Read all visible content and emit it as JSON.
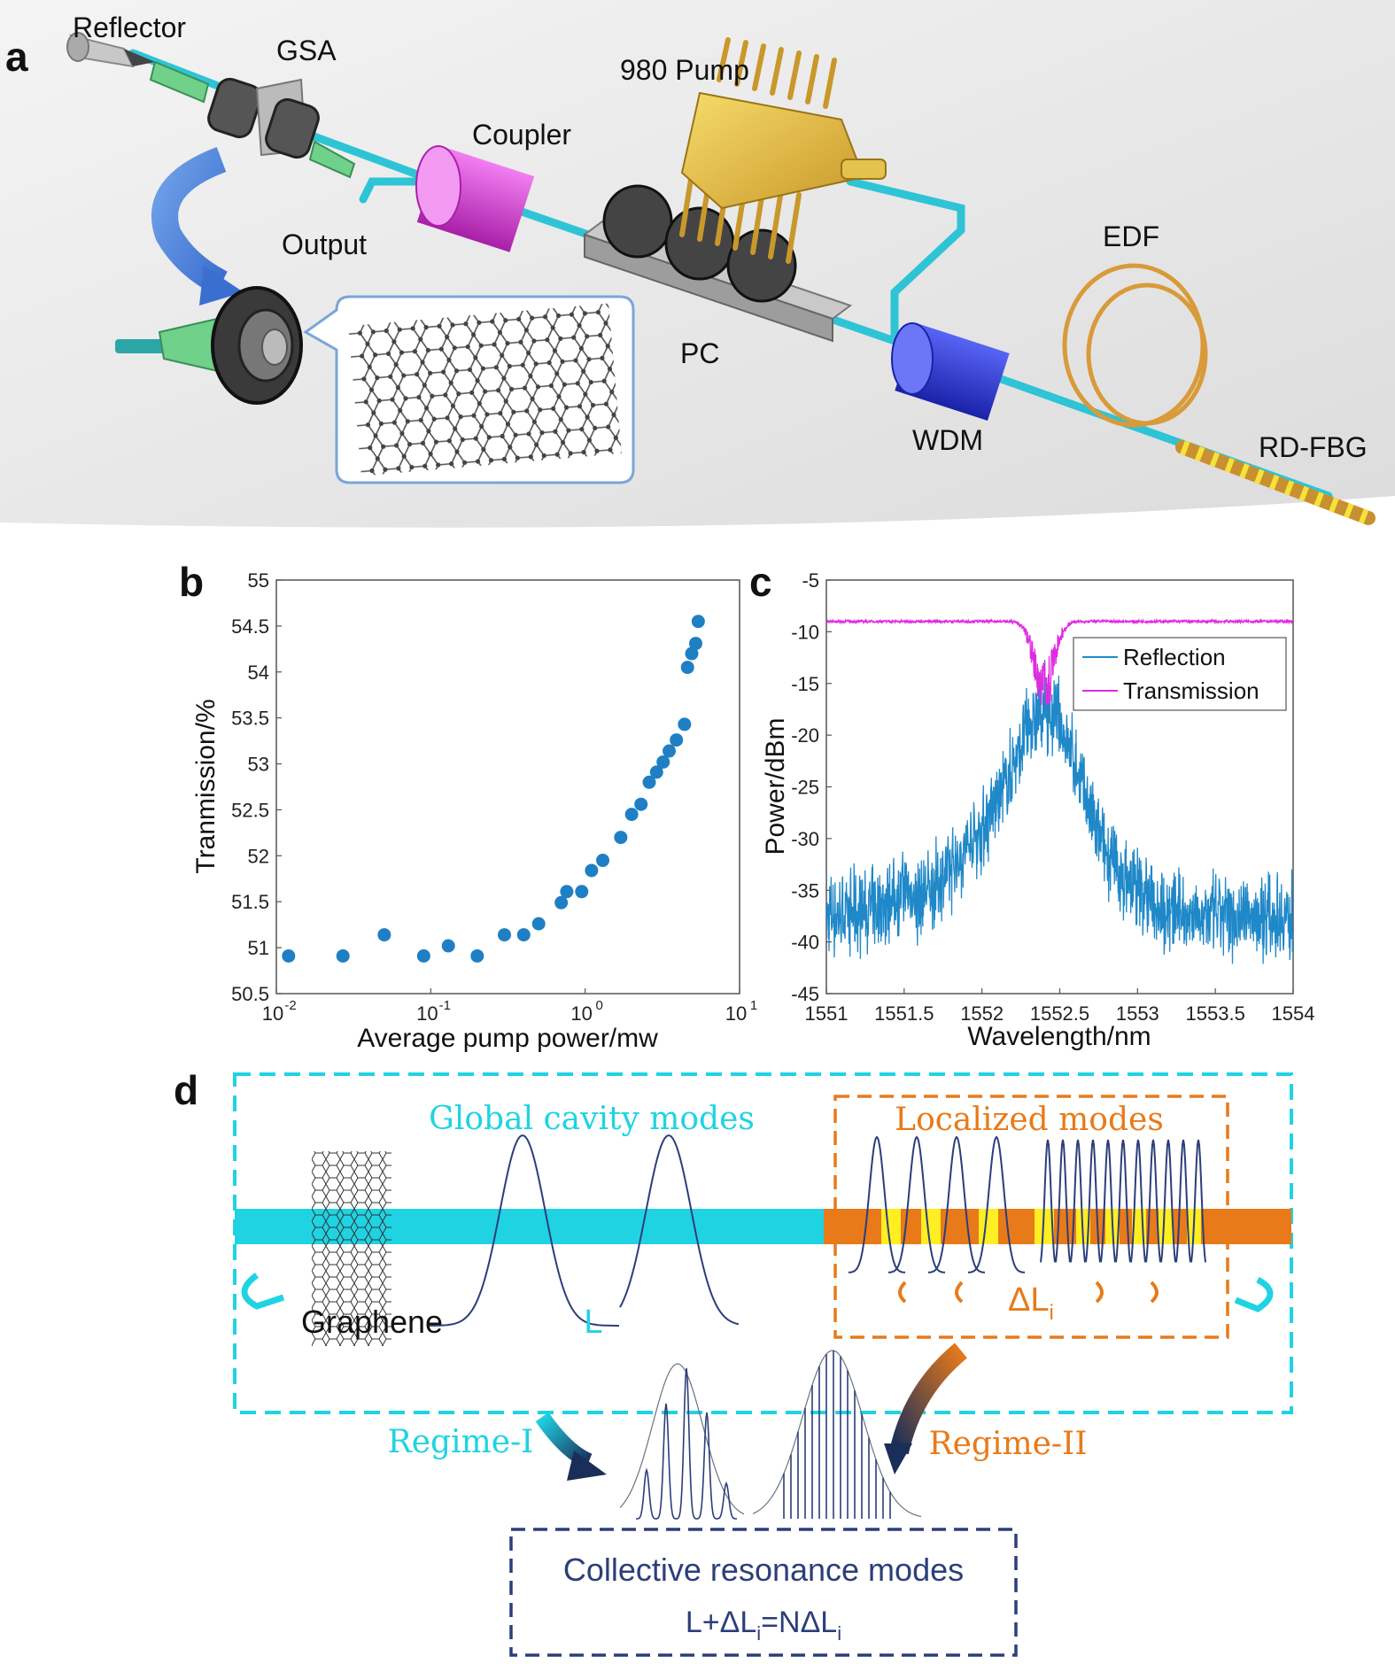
{
  "panels": {
    "a": {
      "letter": "a",
      "labels": {
        "reflector": "Reflector",
        "gsa": "GSA",
        "pump": "980 Pump",
        "coupler": "Coupler",
        "output": "Output",
        "pc": "PC",
        "edf": "EDF",
        "wdm": "WDM",
        "rdfbg": "RD-FBG"
      },
      "colors": {
        "fiber": "#2ec4d6",
        "coupler": "#d63fd6",
        "wdm": "#2a35d8",
        "pump": "#d9b53a",
        "edf": "#d99a3a",
        "fbg": "#c8902e"
      }
    },
    "b": {
      "letter": "b",
      "chart_data": {
        "type": "scatter",
        "xlabel": "Average pump power/mw",
        "ylabel": "Tranmission/%",
        "xscale": "log",
        "xlim": [
          0.01,
          10
        ],
        "ylim": [
          50.5,
          55
        ],
        "x_ticks": [
          "10",
          "10",
          "10",
          "10"
        ],
        "x_tick_exponents": [
          "-2",
          "-1",
          "0",
          "1"
        ],
        "y_ticks": [
          "50.5",
          "51",
          "51.5",
          "52",
          "52.5",
          "53",
          "53.5",
          "54",
          "54.5",
          "55"
        ],
        "marker_color": "#1f7fc4",
        "points": [
          [
            0.012,
            50.91
          ],
          [
            0.027,
            50.91
          ],
          [
            0.05,
            51.14
          ],
          [
            0.09,
            50.91
          ],
          [
            0.13,
            51.02
          ],
          [
            0.2,
            50.91
          ],
          [
            0.3,
            51.14
          ],
          [
            0.4,
            51.14
          ],
          [
            0.5,
            51.26
          ],
          [
            0.7,
            51.49
          ],
          [
            0.76,
            51.61
          ],
          [
            0.95,
            51.61
          ],
          [
            1.1,
            51.84
          ],
          [
            1.3,
            51.95
          ],
          [
            1.7,
            52.2
          ],
          [
            2.0,
            52.45
          ],
          [
            2.3,
            52.56
          ],
          [
            2.6,
            52.8
          ],
          [
            2.9,
            52.91
          ],
          [
            3.2,
            53.02
          ],
          [
            3.5,
            53.14
          ],
          [
            3.9,
            53.26
          ],
          [
            4.4,
            53.43
          ],
          [
            4.6,
            54.05
          ],
          [
            4.9,
            54.2
          ],
          [
            5.2,
            54.31
          ],
          [
            5.4,
            54.55
          ]
        ]
      }
    },
    "c": {
      "letter": "c",
      "chart_data": {
        "type": "line",
        "xlabel": "Wavelength/nm",
        "ylabel": "Power/dBm",
        "xlim": [
          1551,
          1554
        ],
        "ylim": [
          -45,
          -5
        ],
        "x_ticks": [
          "1551",
          "1551.5",
          "1552",
          "1552.5",
          "1553",
          "1553.5",
          "1554"
        ],
        "y_ticks": [
          "-5",
          "-10",
          "-15",
          "-20",
          "-25",
          "-30",
          "-35",
          "-40",
          "-45"
        ],
        "legend_position": "top-right",
        "series": [
          {
            "name": "Reflection",
            "color": "#1f88c8",
            "envelope": [
              [
                1551.0,
                -37.5
              ],
              [
                1551.3,
                -37
              ],
              [
                1551.5,
                -35
              ],
              [
                1551.6,
                -36
              ],
              [
                1551.8,
                -33
              ],
              [
                1552.0,
                -29
              ],
              [
                1552.15,
                -25
              ],
              [
                1552.3,
                -19
              ],
              [
                1552.4,
                -17.5
              ],
              [
                1552.5,
                -19
              ],
              [
                1552.6,
                -23
              ],
              [
                1552.75,
                -30
              ],
              [
                1552.9,
                -34
              ],
              [
                1553.2,
                -37
              ],
              [
                1553.5,
                -37.5
              ],
              [
                1554.0,
                -37.5
              ]
            ]
          },
          {
            "name": "Transmission",
            "color": "#e02be0",
            "baseline": -9,
            "dip_center": 1552.4,
            "dip_min": -18.5
          }
        ]
      }
    },
    "d": {
      "letter": "d",
      "labels": {
        "global_modes": "Global cavity modes",
        "localized_modes": "Localized modes",
        "graphene": "Graphene",
        "cavity_length": "L",
        "delta_l": "ΔL",
        "delta_l_sub": "i",
        "regime1": "Regime-I",
        "regime2": "Regime-II",
        "collective_title": "Collective resonance modes",
        "formula_a": "L+ΔL",
        "formula_a_sub": "i",
        "formula_b": "=NΔL",
        "formula_b_sub": "i"
      },
      "colors": {
        "cyan": "#1fd3e3",
        "orange": "#e87a1a",
        "yellow": "#ffee22",
        "navy": "#2c3e7a"
      }
    }
  }
}
